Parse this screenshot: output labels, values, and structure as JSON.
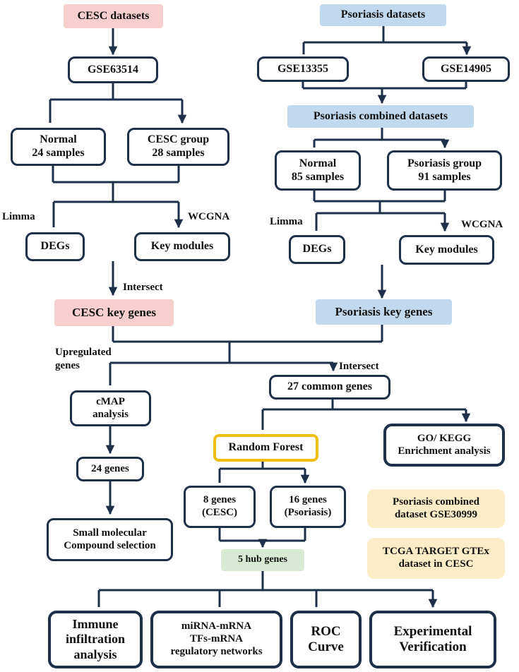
{
  "nodes": {
    "cesc_datasets": "CESC datasets",
    "psoriasis_datasets": "Psoriasis datasets",
    "gse63514": "GSE63514",
    "gse13355": "GSE13355",
    "gse14905": "GSE14905",
    "psoriasis_combined": "Psoriasis combined datasets",
    "normal_cesc": "Normal\n24 samples",
    "cesc_group": "CESC group\n28 samples",
    "normal_psoriasis": "Normal\n85 samples",
    "psoriasis_group": "Psoriasis group\n91 samples",
    "degs_left": "DEGs",
    "key_modules_left": "Key modules",
    "degs_right": "DEGs",
    "key_modules_right": "Key modules",
    "cesc_key_genes": "CESC key genes",
    "psoriasis_key_genes": "Psoriasis key genes",
    "cmap": "cMAP\nanalysis",
    "common_genes": "27 common genes",
    "random_forest": "Random Forest",
    "go_kegg": "GO/ KEGG\nEnrichment analysis",
    "genes24": "24 genes",
    "genes8": "8 genes\n(CESC)",
    "genes16": "16 genes\n(Psoriasis)",
    "psoriasis_gse30999": "Psoriasis combined\ndataset GSE30999",
    "tcga": "TCGA TARGET GTEx\ndataset in CESC",
    "small_molecular": "Small molecular\nCompound selection",
    "hub_genes": "5 hub genes",
    "immune": "Immune\ninfiltration\nanalysis",
    "mirna": "miRNA-mRNA\nTFs-mRNA\nregulatory networks",
    "roc": "ROC\nCurve",
    "experimental": "Experimental\nVerification"
  },
  "labels": {
    "limma_left": "Limma",
    "wcgna_left": "WCGNA",
    "limma_right": "Limma",
    "wcgna_right": "WCGNA",
    "intersect_left": "Intersect",
    "upregulated": "Upregulated\ngenes",
    "intersect_mid": "Intersect"
  },
  "colors": {
    "line": "#1e2f4a",
    "pink": "#f8cfcf",
    "blue": "#c0d9ef",
    "green": "#d8ead3",
    "cream": "#fdecc8",
    "yellow_border": "#f2bd13"
  }
}
